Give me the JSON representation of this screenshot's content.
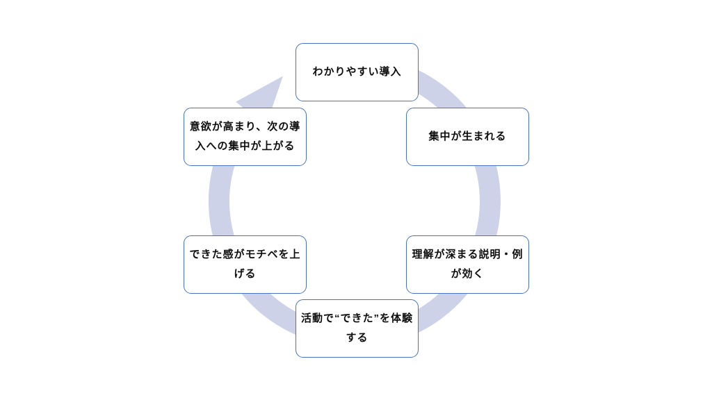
{
  "diagram": {
    "type": "cycle",
    "direction": "clockwise",
    "colors": {
      "arrow": "#cdd2e9",
      "node_border": "#4472c4",
      "node_fill": "#ffffff",
      "text": "#0d0d0d",
      "background": "#ffffff"
    },
    "nodes": [
      {
        "position": "top",
        "text": "わかりやすい導入"
      },
      {
        "position": "top-right",
        "text": "集中が生まれる"
      },
      {
        "position": "right",
        "text": "理解が深まる説明・例\nが効く"
      },
      {
        "position": "bottom",
        "text": "活動で“できた”を体験\nする"
      },
      {
        "position": "bottom-left",
        "text": "できた感がモチベを上\nげる"
      },
      {
        "position": "top-left",
        "text": "意欲が高まり、次の導\n入への集中が上がる"
      }
    ]
  }
}
